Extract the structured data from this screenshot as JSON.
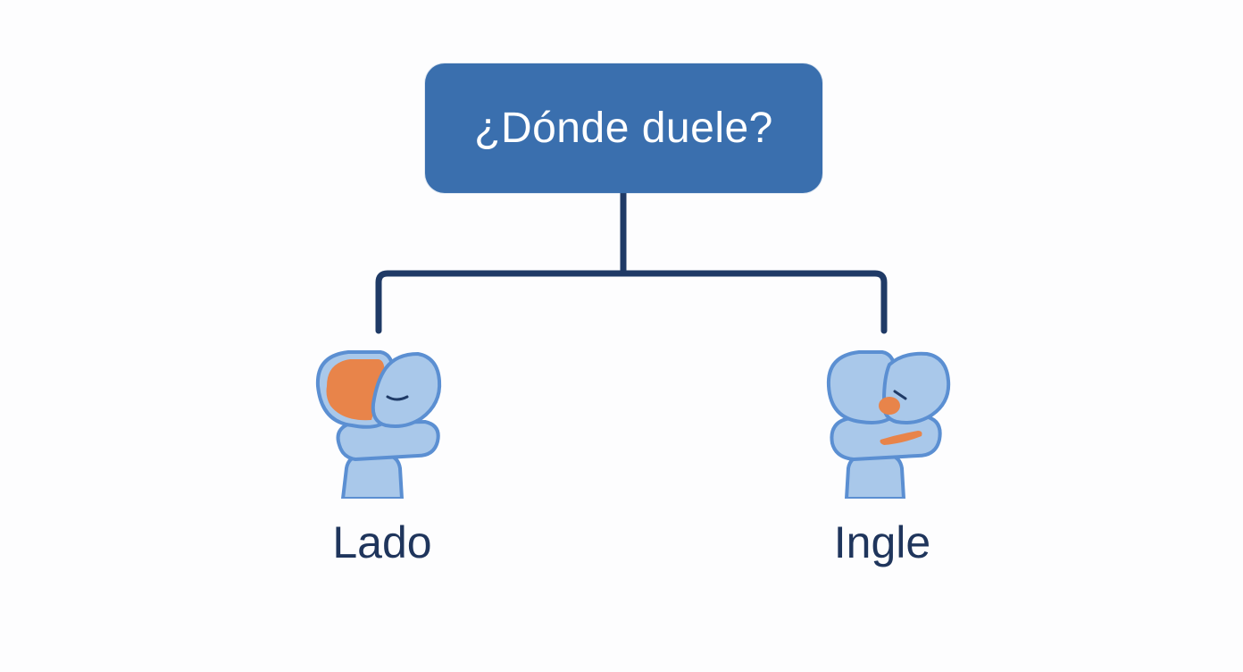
{
  "diagram": {
    "root": {
      "title": "¿Dónde duele?",
      "color": "#3a6fae"
    },
    "branches": [
      {
        "label": "Lado",
        "icon": "hip-joint-side-pain-icon"
      },
      {
        "label": "Ingle",
        "icon": "hip-joint-groin-pain-icon"
      }
    ],
    "colors": {
      "connector": "#1f3a66",
      "bone": "#a9c8ea",
      "bone_outline": "#5b8fd2",
      "pain": "#e8844a",
      "label": "#1f355c"
    }
  }
}
